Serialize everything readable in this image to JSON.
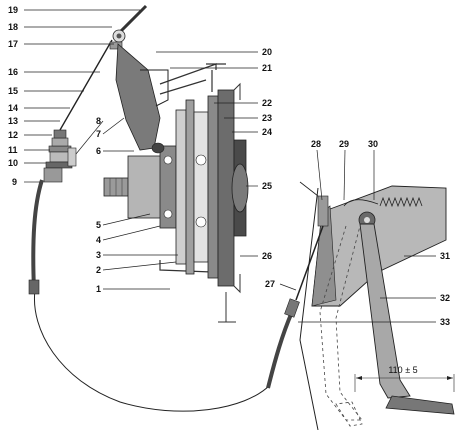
{
  "callouts": [
    {
      "id": "c19",
      "label": "19"
    },
    {
      "id": "c18",
      "label": "18"
    },
    {
      "id": "c17",
      "label": "17"
    },
    {
      "id": "c16",
      "label": "16"
    },
    {
      "id": "c15",
      "label": "15"
    },
    {
      "id": "c14",
      "label": "14"
    },
    {
      "id": "c13",
      "label": "13"
    },
    {
      "id": "c12",
      "label": "12"
    },
    {
      "id": "c11",
      "label": "11"
    },
    {
      "id": "c10",
      "label": "10"
    },
    {
      "id": "c9",
      "label": "9"
    },
    {
      "id": "c8",
      "label": "8"
    },
    {
      "id": "c7",
      "label": "7"
    },
    {
      "id": "c6",
      "label": "6"
    },
    {
      "id": "c5",
      "label": "5"
    },
    {
      "id": "c4",
      "label": "4"
    },
    {
      "id": "c3",
      "label": "3"
    },
    {
      "id": "c2",
      "label": "2"
    },
    {
      "id": "c1",
      "label": "1"
    },
    {
      "id": "c20",
      "label": "20"
    },
    {
      "id": "c21",
      "label": "21"
    },
    {
      "id": "c22",
      "label": "22"
    },
    {
      "id": "c23",
      "label": "23"
    },
    {
      "id": "c24",
      "label": "24"
    },
    {
      "id": "c25",
      "label": "25"
    },
    {
      "id": "c26",
      "label": "26"
    },
    {
      "id": "c27",
      "label": "27"
    },
    {
      "id": "c28",
      "label": "28"
    },
    {
      "id": "c29",
      "label": "29"
    },
    {
      "id": "c30",
      "label": "30"
    },
    {
      "id": "c31",
      "label": "31"
    },
    {
      "id": "c32",
      "label": "32"
    },
    {
      "id": "c33",
      "label": "33"
    }
  ],
  "dimension": {
    "label": "110 ± 5"
  },
  "colors": {
    "ink": "#222222",
    "shade_dark": "#555555",
    "shade_mid": "#9a9a9a",
    "shade_light": "#cfcfcf",
    "background": "#ffffff"
  }
}
